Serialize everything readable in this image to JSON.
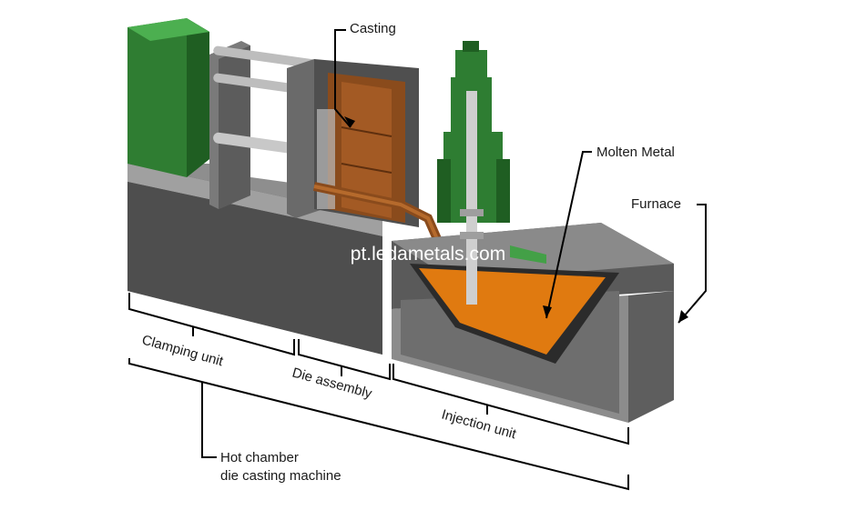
{
  "labels": {
    "casting": "Casting",
    "molten_metal": "Molten Metal",
    "furnace": "Furnace",
    "clamping_unit": "Clamping unit",
    "die_assembly": "Die assembly",
    "injection_unit": "Injection unit",
    "machine_line1": "Hot chamber",
    "machine_line2": "die casting machine"
  },
  "watermark": "pt.ledametals.com",
  "colors": {
    "base_top": "#9a9a9a",
    "base_side": "#4a4a4a",
    "cylinder_green": "#2e7d32",
    "die_brown": "#8a4b1c",
    "molten_orange": "#e07a10",
    "furnace_gray": "#777777"
  }
}
